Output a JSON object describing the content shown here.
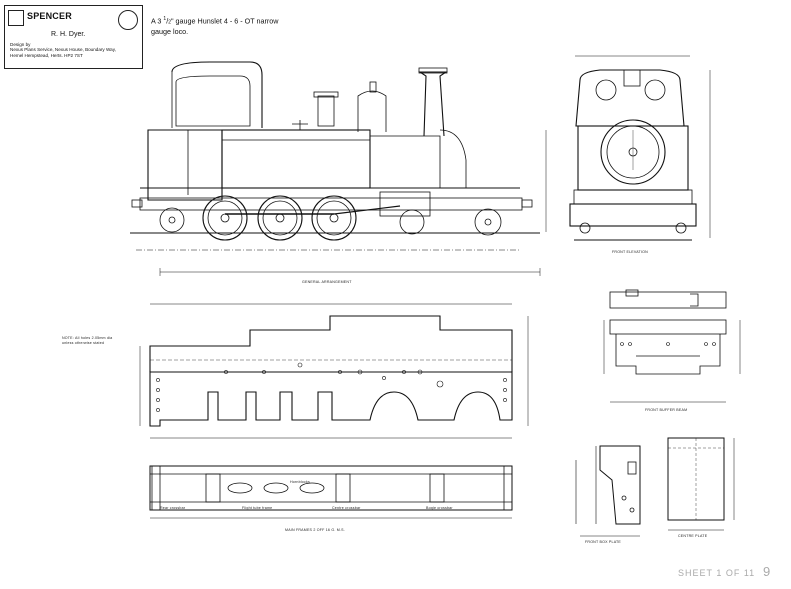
{
  "title_block": {
    "name": "SPENCER",
    "author": "R. H. Dyer.",
    "design_by": "Design by",
    "lines": [
      "Nexus Plans Service, Nexus House, Boundary Way,",
      "Hemel Hempstead, Herts. HP2 7ST"
    ]
  },
  "description": {
    "prefix": "A 3",
    "frac_num": "1",
    "frac_den": "2",
    "suffix": "\" gauge Hunslet 4 - 6 - OT narrow",
    "line2": "gauge loco."
  },
  "views": {
    "general": "GENERAL ARRANGEMENT",
    "front": "FRONT ELEVATION",
    "main_frames": "MAIN FRAMES 2 OFF 16 G. M.S.",
    "front_buffer": "FRONT BUFFER BEAM",
    "front_box": "FRONT BOX PLATE",
    "centre": "CENTRE PLATE"
  },
  "notes": {
    "note": "NOTE: All holes 2.05mm dia unless otherwise stated",
    "hornblocks": "Hornblocks",
    "rear_crossbar": "Rear crossbar",
    "flight_tube": "Flight tube frame",
    "centre_crossbar": "Centre crossbar",
    "bogie_crossbar": "Bogie crossbar"
  },
  "sheet": {
    "label": "SHEET 1 OF 11",
    "num": "9"
  },
  "colors": {
    "line": "#111111",
    "paper": "#ffffff"
  }
}
